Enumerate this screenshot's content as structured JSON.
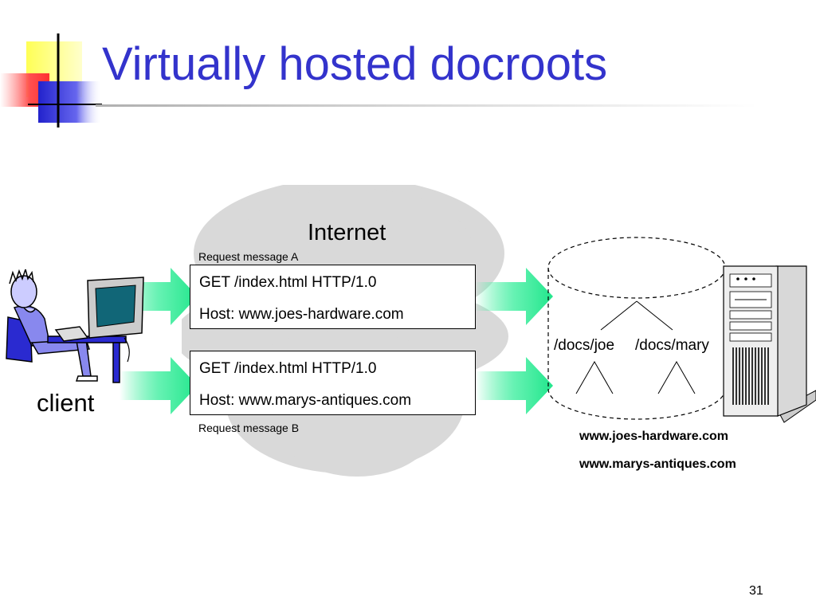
{
  "slide": {
    "title": "Virtually hosted docroots",
    "page_number": "31"
  },
  "diagram": {
    "cloud_label": "Internet",
    "client_label": "client",
    "message_a": {
      "caption": "Request message A",
      "line1": "GET /index.html HTTP/1.0",
      "line2": "Host: www.joes-hardware.com"
    },
    "message_b": {
      "caption": "Request message B",
      "line1": "GET /index.html HTTP/1.0",
      "line2": "Host: www.marys-antiques.com"
    },
    "docroot_joe": "/docs/joe",
    "docroot_mary": "/docs/mary",
    "host_1": "www.joes-hardware.com",
    "host_2": "www.marys-antiques.com"
  },
  "colors": {
    "title": "#3333cc",
    "arrow": "#33ee99",
    "cloud": "#d9d9d9"
  }
}
